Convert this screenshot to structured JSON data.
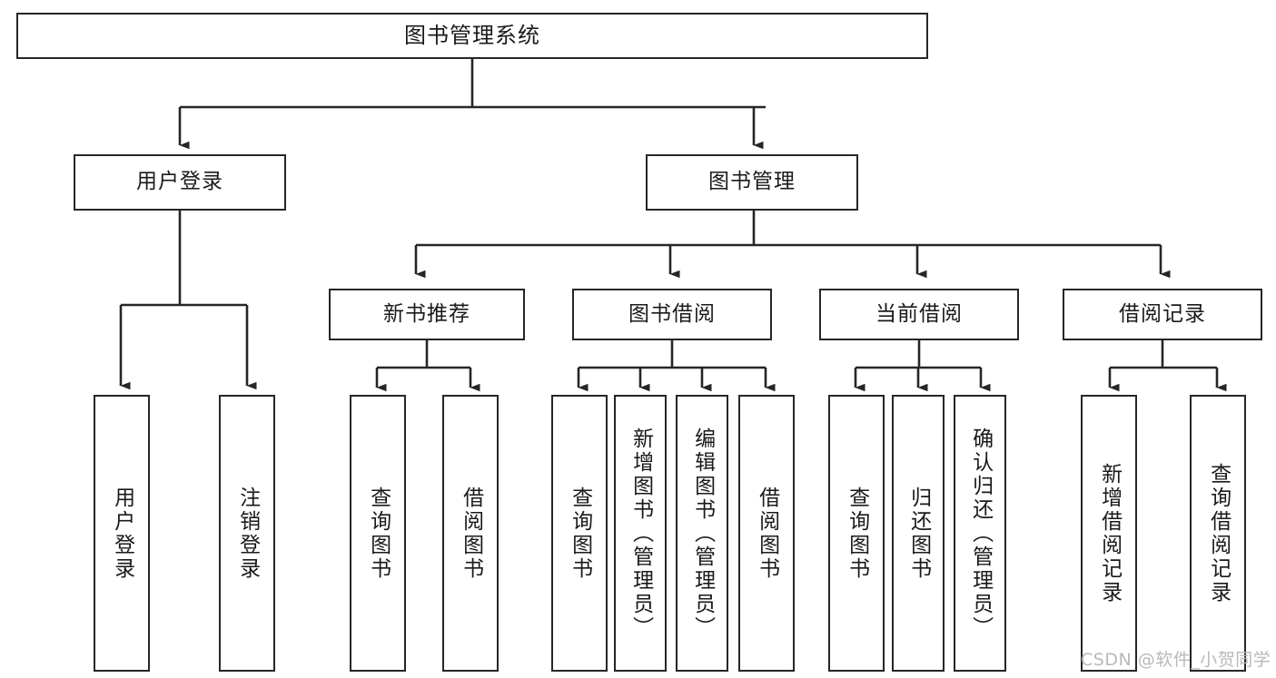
{
  "diagram": {
    "title": "图书管理系统",
    "type": "tree-hierarchy",
    "stroke_color": "#262626",
    "background_color": "#ffffff",
    "text_color": "#1a1a1a",
    "watermark": "CSDN @软件_小贺同学",
    "root": {
      "label": "图书管理系统"
    },
    "level2": [
      {
        "label": "用户登录"
      },
      {
        "label": "图书管理"
      }
    ],
    "level3": [
      {
        "label": "新书推荐"
      },
      {
        "label": "图书借阅"
      },
      {
        "label": "当前借阅"
      },
      {
        "label": "借阅记录"
      }
    ],
    "leaves": {
      "user_login": [
        {
          "label": "用户登录"
        },
        {
          "label": "注销登录"
        }
      ],
      "new_book_recommend": [
        {
          "label": "查询图书"
        },
        {
          "label": "借阅图书"
        }
      ],
      "book_borrow": [
        {
          "label": "查询图书"
        },
        {
          "label": "新增图书（管理员）"
        },
        {
          "label": "编辑图书（管理员）"
        },
        {
          "label": "借阅图书"
        }
      ],
      "current_borrow": [
        {
          "label": "查询图书"
        },
        {
          "label": "归还图书"
        },
        {
          "label": "确认归还（管理员）"
        }
      ],
      "borrow_record": [
        {
          "label": "新增借阅记录"
        },
        {
          "label": "查询借阅记录"
        }
      ]
    }
  }
}
